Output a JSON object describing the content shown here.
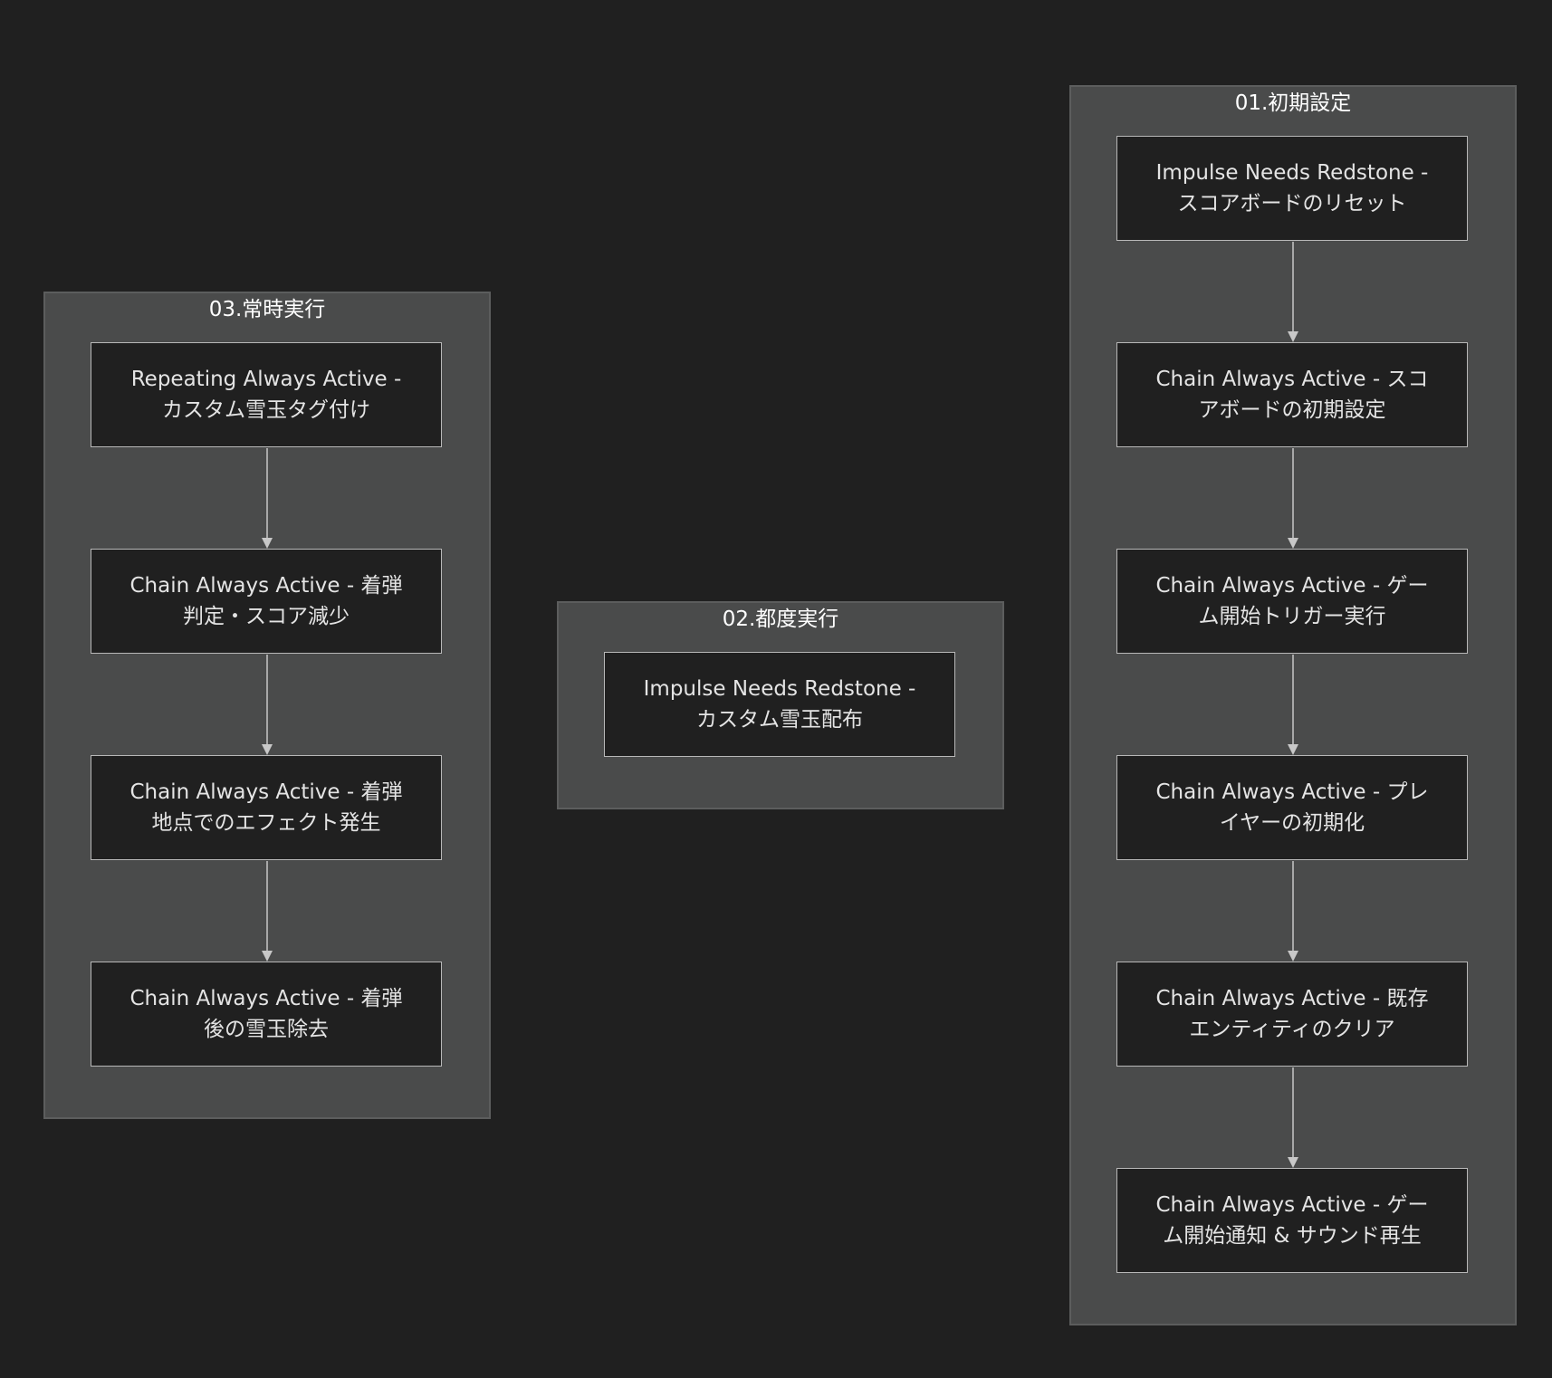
{
  "groups": {
    "g01": {
      "title": "01.初期設定",
      "nodes": [
        {
          "line1": "Impulse Needs Redstone -",
          "line2": "スコアボードのリセット"
        },
        {
          "line1": "Chain Always Active - スコ",
          "line2": "アボードの初期設定"
        },
        {
          "line1": "Chain Always Active - ゲー",
          "line2": "ム開始トリガー実行"
        },
        {
          "line1": "Chain Always Active - プレ",
          "line2": "イヤーの初期化"
        },
        {
          "line1": "Chain Always Active - 既存",
          "line2": "エンティティのクリア"
        },
        {
          "line1": "Chain Always Active - ゲー",
          "line2": "ム開始通知 & サウンド再生"
        }
      ]
    },
    "g02": {
      "title": "02.都度実行",
      "nodes": [
        {
          "line1": "Impulse Needs Redstone -",
          "line2": "カスタム雪玉配布"
        }
      ]
    },
    "g03": {
      "title": "03.常時実行",
      "nodes": [
        {
          "line1": "Repeating Always Active -",
          "line2": "カスタム雪玉タグ付け"
        },
        {
          "line1": "Chain Always Active - 着弾",
          "line2": "判定・スコア減少"
        },
        {
          "line1": "Chain Always Active - 着弾",
          "line2": "地点でのエフェクト発生"
        },
        {
          "line1": "Chain Always Active - 着弾",
          "line2": "後の雪玉除去"
        }
      ]
    }
  },
  "colors": {
    "background": "#202020",
    "group_fill": "#4a4b4b",
    "node_fill": "#202020",
    "node_border": "#b8b8b8",
    "edge": "#c8c8c8"
  }
}
